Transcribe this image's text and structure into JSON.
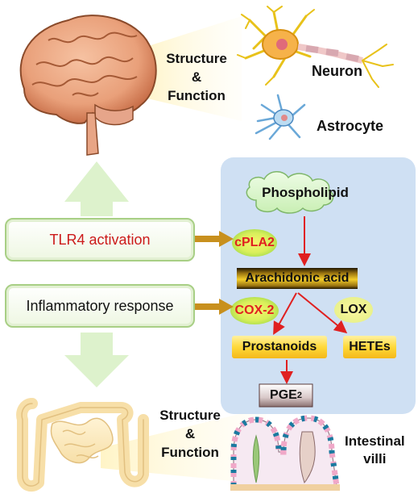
{
  "brain_section": {
    "structure_label": "Structure",
    "amp": "&",
    "function_label": "Function",
    "neuron_label": "Neuron",
    "astrocyte_label": "Astrocyte"
  },
  "center_boxes": {
    "tlr4_label": "TLR4 activation",
    "inflammatory_label": "Inflammatory response"
  },
  "pathway": {
    "phospholipid": "Phospholipid",
    "cpla2": "cPLA2",
    "arachidonic": "Arachidonic acid",
    "cox2": "COX-2",
    "lox": "LOX",
    "prostanoids": "Prostanoids",
    "hetes": "HETEs",
    "pge_main": "PGE",
    "pge_sub": "2"
  },
  "gut_section": {
    "structure_label": "Structure",
    "amp": "&",
    "function_label": "Function",
    "villi_line1": "Intestinal",
    "villi_line2": "villi"
  },
  "colors": {
    "tlr4_text": "#cc1a1a",
    "cpla2_text": "#e02020",
    "cox2_text": "#e02020",
    "panel_bg": "#cfe0f3",
    "arrow_green": "#ddf2cc",
    "arrow_orange": "#c8901e"
  }
}
